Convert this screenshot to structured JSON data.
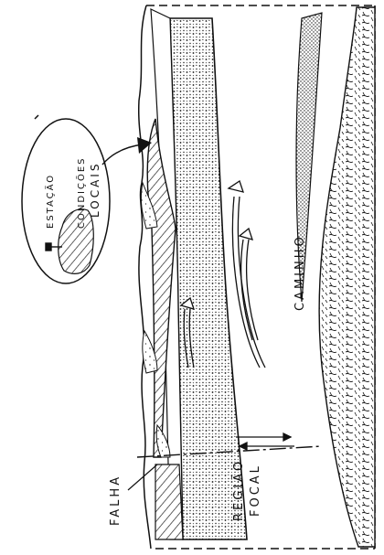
{
  "labels": {
    "station": "ESTAÇÃO",
    "local_conditions_1": "CONDIÇÕES",
    "local_conditions_2": "LOCAIS",
    "path": "CAMINHO",
    "fault": "FALHA",
    "focal_region_1": "REGIÃO",
    "focal_region_2": "FOCAL"
  },
  "colors": {
    "ink": "#111111",
    "paper": "#ffffff"
  }
}
